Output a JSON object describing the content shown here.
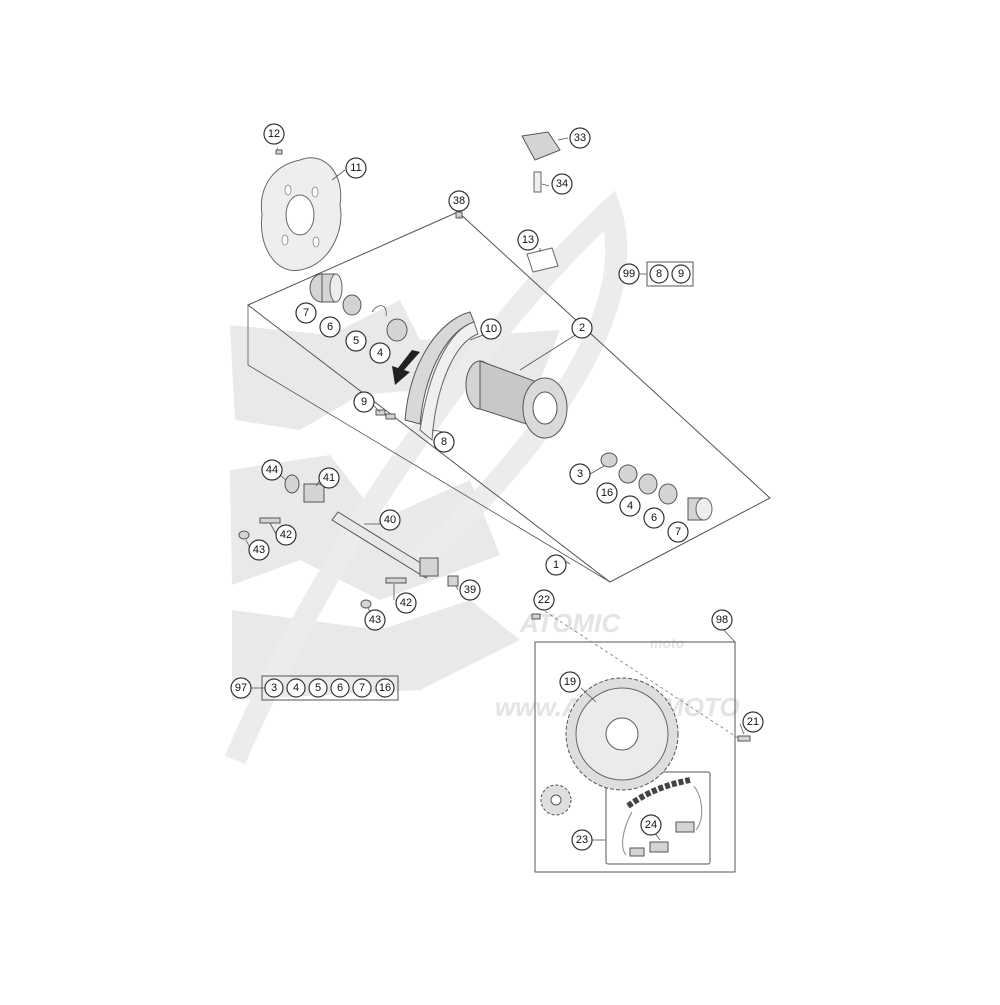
{
  "watermark": {
    "brand": "ATOMIC",
    "brand_sub": "moto",
    "url_text": "www.ATOMICMOTO"
  },
  "callouts": {
    "c1": "1",
    "c2": "2",
    "c3": "3",
    "c4": "4",
    "c5": "5",
    "c6": "6",
    "c7": "7",
    "c8": "8",
    "c9": "9",
    "c10": "10",
    "c11": "11",
    "c12": "12",
    "c13": "13",
    "c3b": "3",
    "c4b": "4",
    "c6b": "6",
    "c7b": "7",
    "c16": "16",
    "c19": "19",
    "c21": "21",
    "c22": "22",
    "c23": "23",
    "c24": "24",
    "c33": "33",
    "c34": "34",
    "c38": "38",
    "c39": "39",
    "c40": "40",
    "c41": "41",
    "c42": "42",
    "c42b": "42",
    "c43": "43",
    "c43b": "43",
    "c44": "44",
    "c98": "98"
  },
  "kit_99": {
    "label": "99",
    "items": [
      "8",
      "9"
    ]
  },
  "kit_97": {
    "label": "97",
    "items": [
      "3",
      "4",
      "5",
      "6",
      "7",
      "16"
    ]
  }
}
